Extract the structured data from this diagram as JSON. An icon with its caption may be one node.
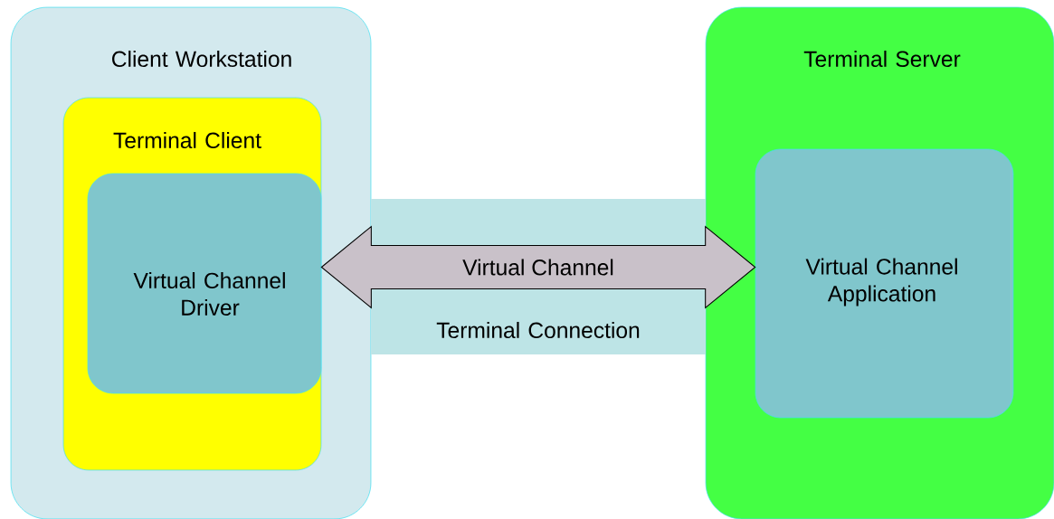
{
  "diagram": {
    "nodes": [
      {
        "text": [
          "Client Workstation"
        ]
      },
      {
        "text": [
          "Terminal Client"
        ],
        "in": 0
      },
      {
        "text": [
          "Virtual Channel Driver"
        ],
        "in": 1
      },
      {
        "text": [
          "Terminal Server"
        ]
      },
      {
        "text": [
          "Virtual Channel Application"
        ],
        "in": 3
      },
      {
        "text": [
          "Terminal Connection"
        ]
      }
    ],
    "edges": [
      {
        "from": 2,
        "to": 4,
        "arrow": "both",
        "label": "Virtual Channel"
      }
    ]
  }
}
